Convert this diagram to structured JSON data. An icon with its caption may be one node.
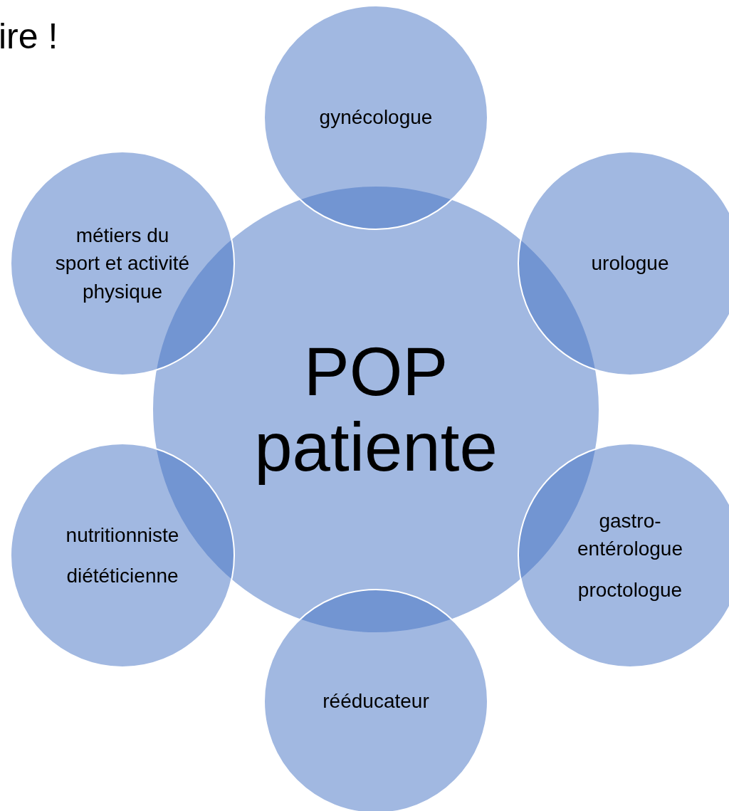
{
  "diagram": {
    "nodes": [
      {
        "text": [
          "gynécologue"
        ]
      },
      {
        "text": [
          "métiers du sport et activité physique"
        ]
      },
      {
        "text": [
          "urologue"
        ]
      },
      {
        "text": [
          "POP patiente"
        ]
      },
      {
        "text": [
          "nutritionniste",
          "diététicienne"
        ]
      },
      {
        "text": [
          "gastro-entérologue",
          "proctologue"
        ]
      },
      {
        "text": [
          "rééducateur"
        ]
      }
    ],
    "edges": [],
    "labels": [
      "ire !"
    ]
  }
}
